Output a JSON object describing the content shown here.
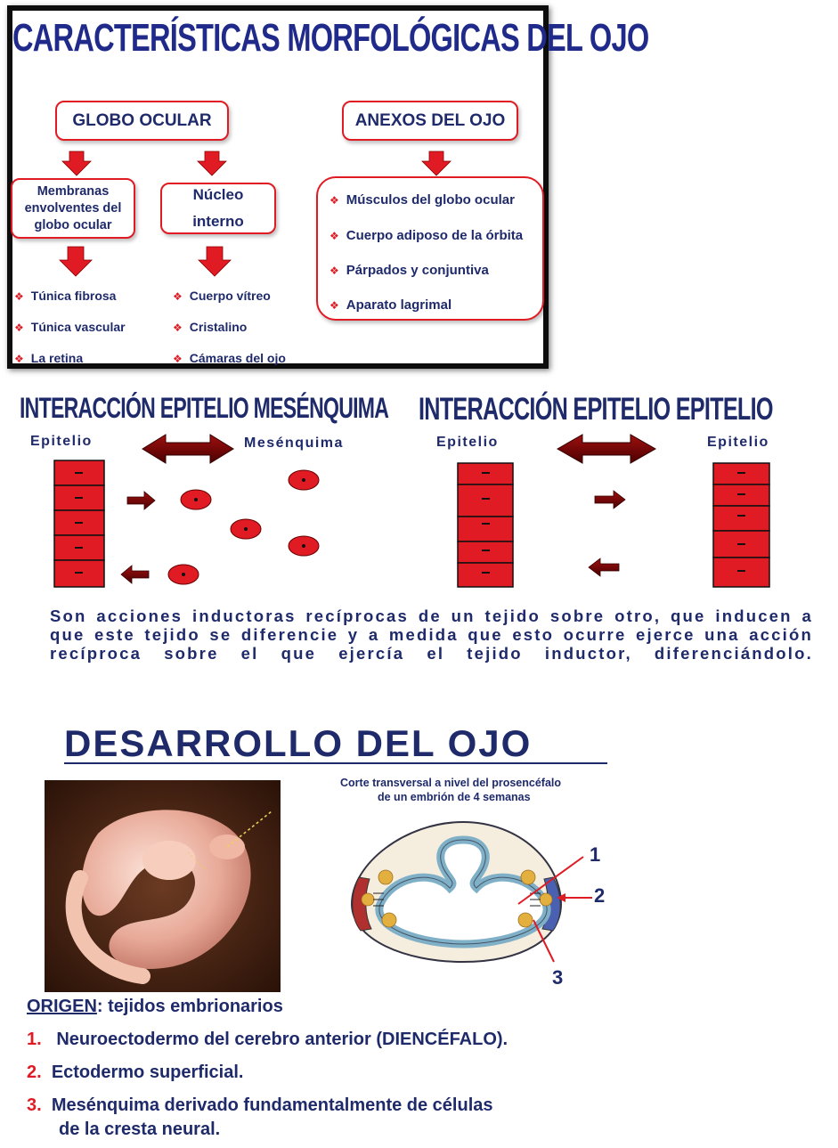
{
  "morph": {
    "title": "CARACTERÍSTICAS MORFOLÓGICAS DEL OJO",
    "globo": "GLOBO OCULAR",
    "anexos": "ANEXOS DEL OJO",
    "membranas": "Membranas envolventes del globo ocular",
    "nucleo_1": "Núcleo",
    "nucleo_2": "interno",
    "membranas_items": [
      "Túnica fibrosa",
      "Túnica vascular",
      "La retina"
    ],
    "nucleo_items": [
      "Cuerpo vítreo",
      "Cristalino",
      "Cámaras del ojo"
    ],
    "anexos_items": [
      "Músculos del globo ocular",
      "Cuerpo adiposo de la órbita",
      "Párpados y conjuntiva",
      "Aparato lagrimal"
    ]
  },
  "interaction": {
    "title_left": "INTERACCIÓN EPITELIO MESÉNQUIMA",
    "title_right": "INTERACCIÓN EPITELIO EPITELIO",
    "label_epitelio": "Epitelio",
    "label_mesenquima": "Mesénquima",
    "description": "Son acciones inductoras recíprocas de un tejido sobre otro, que inducen a que este tejido se diferencie y a medida que esto ocurre ejerce una acción recíproca sobre el que ejercía el tejido inductor, diferenciándolo."
  },
  "development": {
    "title": "DESARROLLO DEL OJO",
    "caption_1": "Corte transversal a nivel del prosencéfalo",
    "caption_2": "de un embrión de 4 semanas",
    "label_1": "1",
    "label_2": "2",
    "label_3": "3",
    "origin_label": "ORIGEN",
    "origin_rest": ":  tejidos embrionarios",
    "origins": [
      {
        "num": "1.",
        "text": "Neuroectodermo del cerebro   anterior (DIENCÉFALO)."
      },
      {
        "num": "2.",
        "text": "Ectodermo superficial."
      },
      {
        "num": "3.",
        "text": "Mesénquima derivado fundamentalmente de  células"
      }
    ],
    "origin_3_cont": "de la cresta neural."
  },
  "colors": {
    "red": "#e01b24",
    "navy": "#1f2a6b",
    "darkred": "#7a0a0a"
  }
}
